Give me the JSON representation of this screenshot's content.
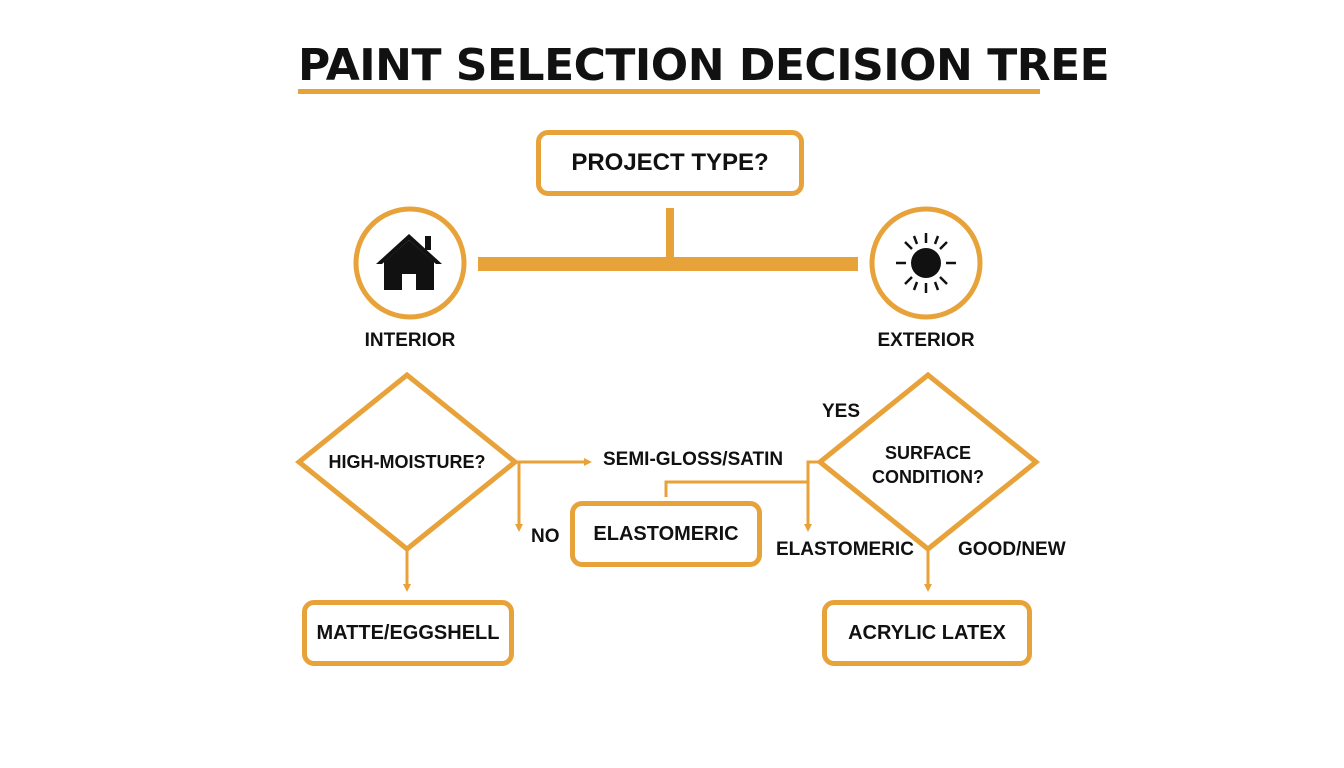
{
  "title": "PAINT SELECTION DECISION TREE",
  "accent_color": "#E8A23A",
  "text_color": "#111111",
  "root": {
    "label": "PROJECT TYPE?"
  },
  "branches": {
    "interior": {
      "label": "INTERIOR",
      "icon": "house-icon"
    },
    "exterior": {
      "label": "EXTERIOR",
      "icon": "sun-icon"
    }
  },
  "decisions": {
    "high_moisture": {
      "label": "HIGH-MOISTURE?"
    },
    "surface_condition": {
      "line1": "SURFACE",
      "line2": "CONDITION?"
    }
  },
  "edge_labels": {
    "semi_gloss": "SEMI-GLOSS/SATIN",
    "no": "NO",
    "yes": "YES",
    "elastomeric": "ELASTOMERIC",
    "good_new": "GOOD/NEW"
  },
  "outcomes": {
    "matte_eggshell": "MATTE/EGGSHELL",
    "elastomeric": "ELASTOMERIC",
    "acrylic_latex": "ACRYLIC LATEX"
  }
}
